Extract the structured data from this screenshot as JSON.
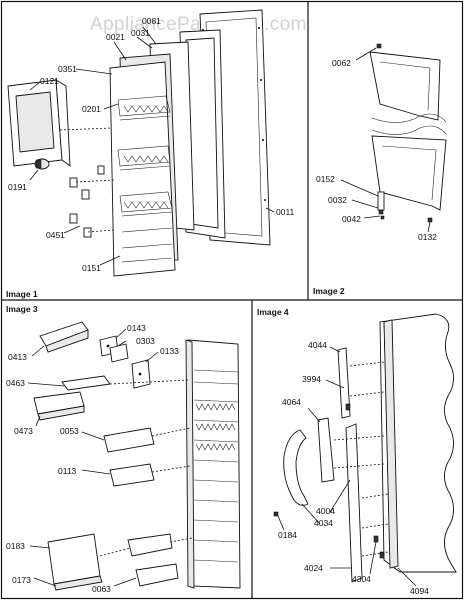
{
  "watermark": "AppliancePartsPros.com",
  "panels": {
    "p1": "Image 1",
    "p2": "Image 2",
    "p3": "Image 3",
    "p4": "Image 4"
  },
  "parts": {
    "p0081": "0081",
    "p0021": "0021",
    "p0031": "0031",
    "p0351": "0351",
    "p0121": "0121",
    "p0201": "0201",
    "p0191": "0191",
    "p0451": "0451",
    "p0151": "0151",
    "p0011": "0011",
    "p0062": "0062",
    "p0152": "0152",
    "p0032": "0032",
    "p0042": "0042",
    "p0132": "0132",
    "p0143": "0143",
    "p0303": "0303",
    "p0413": "0413",
    "p0133": "0133",
    "p0463": "0463",
    "p0473": "0473",
    "p0053": "0053",
    "p0113": "0113",
    "p0183": "0183",
    "p0173": "0173",
    "p0063": "0063",
    "p4044": "4044",
    "p3994": "3994",
    "p4064": "4064",
    "p4004": "4004",
    "p4034": "4034",
    "p0184": "0184",
    "p4024": "4024",
    "p4304": "4304",
    "p4094": "4094"
  }
}
